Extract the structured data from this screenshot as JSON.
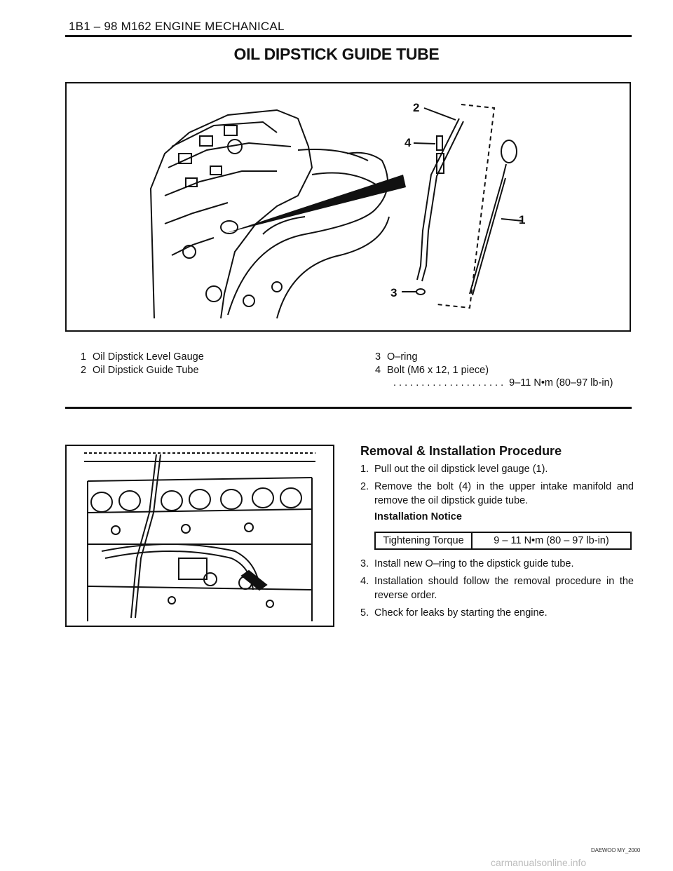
{
  "header": {
    "text": "1B1 – 98  M162 ENGINE MECHANICAL"
  },
  "title": "OIL DIPSTICK GUIDE TUBE",
  "figure1": {
    "callouts": [
      "1",
      "2",
      "3",
      "4"
    ]
  },
  "legend": {
    "left": [
      {
        "num": "1",
        "text": "Oil Dipstick Level Gauge"
      },
      {
        "num": "2",
        "text": "Oil Dipstick Guide Tube"
      }
    ],
    "right": [
      {
        "num": "3",
        "text": "O–ring"
      },
      {
        "num": "4",
        "text": "Bolt (M6 x 12, 1 piece)"
      }
    ],
    "torque_line": ". . . . . . . . . . . . . . . . . . . .  9–11 N•m (80–97 lb-in)"
  },
  "procedure": {
    "title": "Removal & Installation Procedure",
    "steps_a": [
      {
        "n": "1.",
        "text": "Pull out the oil dipstick level gauge (1)."
      },
      {
        "n": "2.",
        "text": "Remove the bolt (4) in the upper intake manifold and remove the oil dipstick guide tube."
      }
    ],
    "notice": "Installation Notice",
    "torque_table": {
      "label": "Tightening Torque",
      "value": "9 – 11 N•m (80 – 97 lb-in)"
    },
    "steps_b": [
      {
        "n": "3.",
        "text": "Install new O–ring to the dipstick guide tube."
      },
      {
        "n": "4.",
        "text": "Installation should follow the removal procedure in the reverse order."
      },
      {
        "n": "5.",
        "text": "Check for leaks by starting the engine."
      }
    ]
  },
  "footer": "DAEWOO MY_2000",
  "watermark": "carmanualsonline.info"
}
